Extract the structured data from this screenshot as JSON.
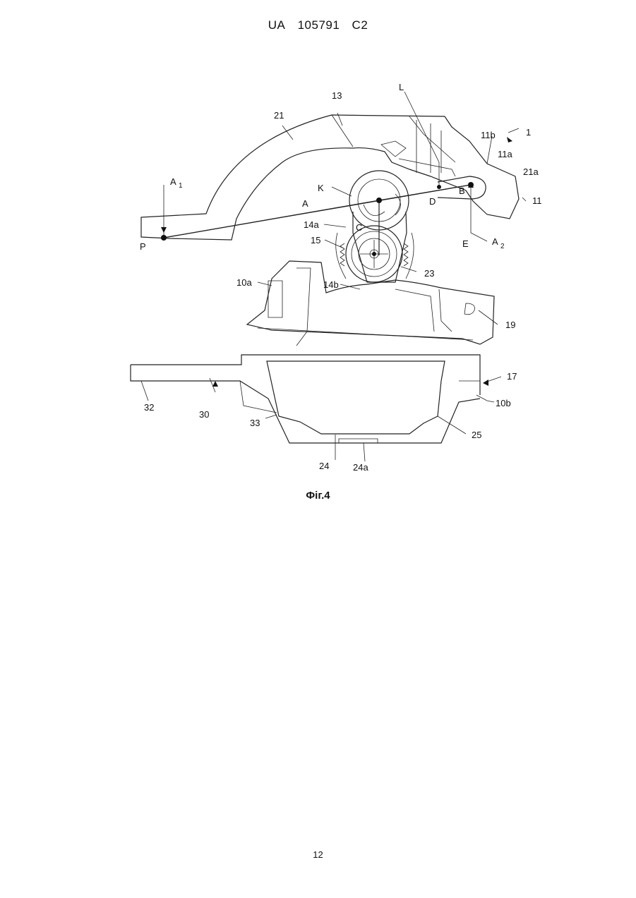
{
  "header": {
    "country": "UA",
    "number": "105791",
    "kind": "C2"
  },
  "figure": {
    "labels": {
      "l21": "21",
      "l13": "13",
      "lL": "L",
      "l11b": "11b",
      "l1": "1",
      "l11a": "11a",
      "l21a": "21a",
      "lK": "K",
      "lB": "B",
      "l11": "11",
      "lA1": "A",
      "lA1sub": "1",
      "lA": "A",
      "lD": "D",
      "l14a": "14a",
      "lC": "C",
      "l15": "15",
      "lE": "E",
      "lA2": "A",
      "lA2sub": "2",
      "lP": "P",
      "l23": "23",
      "l10a": "10a",
      "l14b": "14b",
      "l19": "19",
      "l17": "17",
      "l32": "32",
      "l30": "30",
      "l10b": "10b",
      "l33": "33",
      "l25": "25",
      "l24": "24",
      "l24a": "24a"
    },
    "caption": "Фіг.4"
  },
  "page_number": "12"
}
